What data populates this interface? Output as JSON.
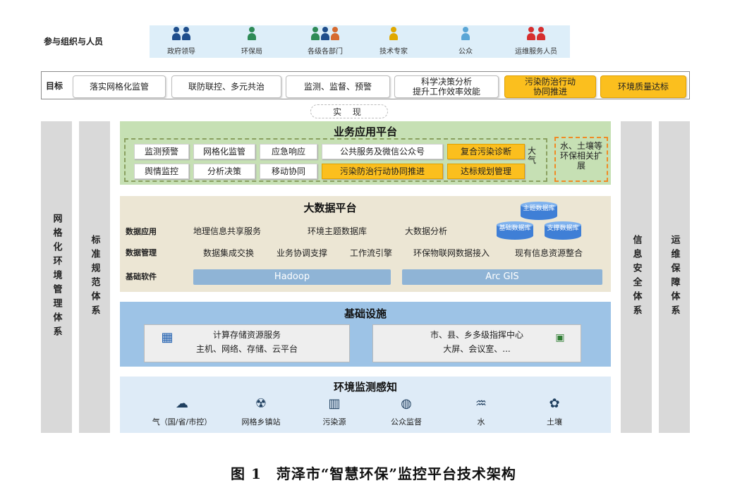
{
  "participants": {
    "title": "参与组织与人员",
    "people": [
      {
        "label": "政府领导",
        "color": "#1f4e8c",
        "icon": "two-person-icon"
      },
      {
        "label": "环保局",
        "color": "#2e8b57",
        "icon": "person-icon"
      },
      {
        "label": "各级各部门",
        "color": "#2e8b57",
        "icon": "group-icon"
      },
      {
        "label": "技术专家",
        "color": "#e0a800",
        "icon": "person-icon"
      },
      {
        "label": "公众",
        "color": "#5aa6d6",
        "icon": "person-icon"
      },
      {
        "label": "运维服务人员",
        "color": "#d62f2f",
        "icon": "two-person-icon"
      }
    ]
  },
  "goals": {
    "label": "目标",
    "items": [
      "落实网格化监管",
      "联防联控、多元共治",
      "监测、监督、预警",
      "科学决策分析\n提升工作效率效能",
      "污染防治行动\n协同推进",
      "环境质量达标"
    ]
  },
  "realize": "实 现",
  "left_columns": [
    "网格化环境管理体系",
    "标准规范体系"
  ],
  "right_columns": [
    "信息安全体系",
    "运维保障体系"
  ],
  "business": {
    "title": "业务应用平台",
    "row1": [
      "监测预警",
      "网格化监管",
      "应急响应",
      "公共服务及微信公众号",
      "复合污染诊断"
    ],
    "row2": [
      "舆情监控",
      "分析决策",
      "移动协同",
      "污染防治行动协同推进",
      "达标规划管理"
    ],
    "air": "大气",
    "extension": "水、土壤等环保相关扩展"
  },
  "bigdata": {
    "title": "大数据平台",
    "row_labels": [
      "数据应用",
      "数据管理",
      "基础软件"
    ],
    "apps": [
      "地理信息共享服务",
      "环境主题数据库",
      "大数据分析"
    ],
    "mgmt": [
      "数据集成交换",
      "业务协调支撑",
      "工作流引擎",
      "环保物联网数据接入",
      "现有信息资源整合"
    ],
    "software": [
      "Hadoop",
      "Arc GIS"
    ],
    "databases": [
      "主题数据库",
      "基础数据库",
      "支撑数据库"
    ]
  },
  "infra": {
    "title": "基础设施",
    "left_line1": "计算存储资源服务",
    "left_line2": "主机、网络、存储、云平台",
    "right_line1": "市、县、乡多级指挥中心",
    "right_line2": "大屏、会议室、..."
  },
  "env": {
    "title": "环境监测感知",
    "items": [
      {
        "label": "气（国/省/市控）",
        "icon": "cloud-icon"
      },
      {
        "label": "网格乡镇站",
        "icon": "radiation-icon"
      },
      {
        "label": "污染源",
        "icon": "factory-icon"
      },
      {
        "label": "公众监督",
        "icon": "globe-hand-icon"
      },
      {
        "label": "水",
        "icon": "water-icon"
      },
      {
        "label": "土壤",
        "icon": "soil-icon"
      }
    ]
  },
  "caption": "图 1　菏泽市“智慧环保”监控平台技术架构"
}
